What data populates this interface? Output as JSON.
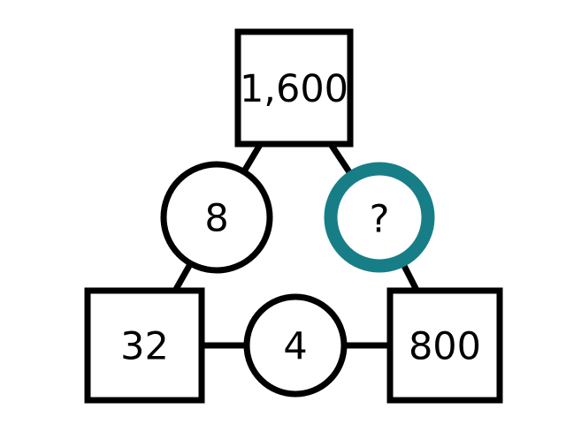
{
  "diagram": {
    "title": "multiplication-division triangle puzzle",
    "nodes": {
      "top_square": {
        "shape": "square",
        "value": "1,600"
      },
      "left_circle": {
        "shape": "circle",
        "value": "8"
      },
      "right_circle": {
        "shape": "circle",
        "value": "?",
        "highlighted": true
      },
      "bottom_left_square": {
        "shape": "square",
        "value": "32"
      },
      "bottom_circle": {
        "shape": "circle",
        "value": "4"
      },
      "bottom_right_square": {
        "shape": "square",
        "value": "800"
      }
    },
    "edges": [
      "top_square-left_circle",
      "top_square-right_circle",
      "left_circle-bottom_left_square",
      "right_circle-bottom_right_square",
      "bottom_left_square-bottom_circle",
      "bottom_circle-bottom_right_square"
    ],
    "colors": {
      "accent": "#177E87",
      "line": "#000000",
      "background": "#FFFFFF"
    }
  }
}
